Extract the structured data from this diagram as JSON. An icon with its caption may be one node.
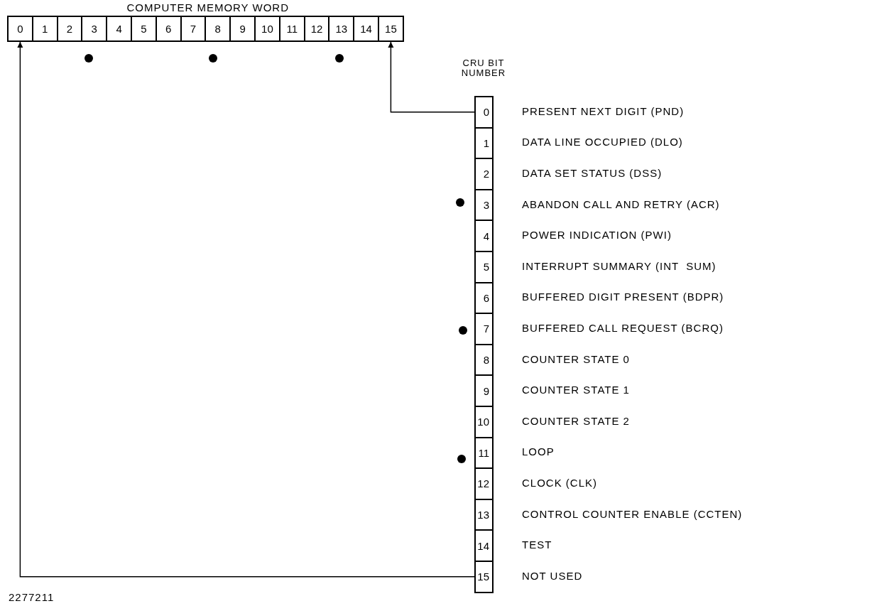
{
  "diagram": {
    "nodes": [
      {
        "text": [
          "0"
        ]
      },
      {
        "text": [
          "1"
        ]
      },
      {
        "text": [
          "2"
        ]
      },
      {
        "text": [
          "3"
        ]
      },
      {
        "text": [
          "4"
        ]
      },
      {
        "text": [
          "5"
        ]
      },
      {
        "text": [
          "6"
        ]
      },
      {
        "text": [
          "7"
        ]
      },
      {
        "text": [
          "8"
        ]
      },
      {
        "text": [
          "9"
        ]
      },
      {
        "text": [
          "10"
        ]
      },
      {
        "text": [
          "11"
        ]
      },
      {
        "text": [
          "12"
        ]
      },
      {
        "text": [
          "13"
        ]
      },
      {
        "text": [
          "14"
        ]
      },
      {
        "text": [
          "15"
        ]
      },
      {
        "text": [
          "0"
        ],
        "beside": [
          "PRESENT NEXT DIGIT (PND)"
        ]
      },
      {
        "text": [
          "1"
        ],
        "beside": [
          "DATA LINE OCCUPIED (DLO)"
        ]
      },
      {
        "text": [
          "2"
        ],
        "beside": [
          "DATA SET STATUS (DSS)"
        ]
      },
      {
        "text": [
          "3"
        ],
        "beside": [
          "ABANDON CALL AND RETRY (ACR)"
        ]
      },
      {
        "text": [
          "4"
        ],
        "beside": [
          "POWER INDICATION (PWI)"
        ]
      },
      {
        "text": [
          "5"
        ],
        "beside": [
          "INTERRUPT SUMMARY (INT  SUM)"
        ]
      },
      {
        "text": [
          "6"
        ],
        "beside": [
          "BUFFERED DIGIT PRESENT (BDPR)"
        ]
      },
      {
        "text": [
          "7"
        ],
        "beside": [
          "BUFFERED CALL REQUEST (BCRQ)"
        ]
      },
      {
        "text": [
          "8"
        ],
        "beside": [
          "COUNTER STATE 0"
        ]
      },
      {
        "text": [
          "9"
        ],
        "beside": [
          "COUNTER STATE 1"
        ]
      },
      {
        "text": [
          "10"
        ],
        "beside": [
          "COUNTER STATE 2"
        ]
      },
      {
        "text": [
          "11"
        ],
        "beside": [
          "LOOP"
        ]
      },
      {
        "text": [
          "12"
        ],
        "beside": [
          "CLOCK (CLK)"
        ]
      },
      {
        "text": [
          "13"
        ],
        "beside": [
          "CONTROL COUNTER ENABLE (CCTEN)"
        ]
      },
      {
        "text": [
          "14"
        ],
        "beside": [
          "TEST"
        ]
      },
      {
        "text": [
          "15"
        ],
        "beside": [
          "NOT USED"
        ]
      }
    ],
    "edges": [
      {
        "from": 16,
        "to": 15,
        "arrow": "to"
      },
      {
        "from": 31,
        "to": 0,
        "arrow": "to"
      }
    ],
    "labels": [
      "COMPUTER MEMORY WORD",
      "CRU BIT NUMBER",
      "2277211"
    ]
  }
}
